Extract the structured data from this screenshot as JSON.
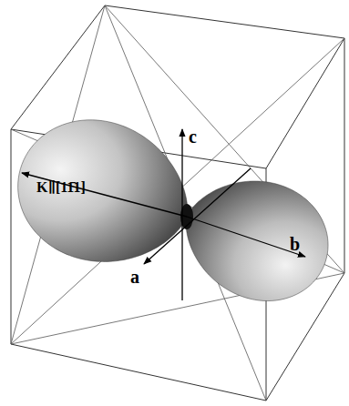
{
  "diagram": {
    "labels": [
      "c",
      "K∥[11̄1]",
      "b",
      "a"
    ]
  }
}
